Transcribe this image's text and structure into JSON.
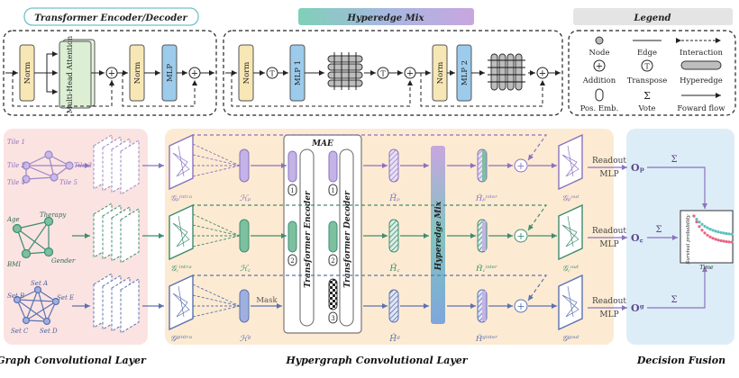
{
  "top": {
    "ted_title": "Transformer Encoder/Decoder",
    "hmix_title": "Hyperedge Mix",
    "legend_title": "Legend",
    "norm": "Norm",
    "mha": "Multi-Head Attention",
    "mlp": "MLP",
    "mlp1": "MLP 1",
    "mlp2": "MLP 2",
    "plus": "+",
    "t": "T",
    "legend": {
      "node": "Node",
      "edge": "Edge",
      "interaction": "Interaction",
      "addition": "Addition",
      "transpose": "Transpose",
      "hyperedge": "Hyperedge",
      "pos_emb": "Pos. Emb.",
      "vote": "Vote",
      "vote_sym": "Σ",
      "forward": "Foward flow"
    }
  },
  "gcl": {
    "tiles": [
      "Tile 1",
      "Tile 2",
      "Tile 3",
      "Tile 4",
      "Tile 5"
    ],
    "clinical": [
      "Age",
      "Therapy",
      "BMI",
      "Gender"
    ],
    "genes": [
      "Set A",
      "Set B",
      "Set E",
      "Set C",
      "Set D"
    ]
  },
  "rows": {
    "p": {
      "g_intra": "𝒢ₚⁱⁿᵗʳᵃ",
      "h": "ℋₚ",
      "h_tilde": "H̃ₚ",
      "h_inter": "H̃ₚⁱⁿᵗᵉʳ",
      "g_out": "𝒢ₚᵒᵘᵗ",
      "o": "Oₚ"
    },
    "c": {
      "g_intra": "𝒢꜀ⁱⁿᵗʳᵃ",
      "h": "ℋ꜀",
      "h_tilde": "H̃꜀",
      "h_inter": "H̃꜀ⁱⁿᵗᵉʳ",
      "g_out": "𝒢꜀ᵒᵘᵗ",
      "o": "O꜀"
    },
    "g": {
      "g_intra": "𝒢ᵍⁱⁿᵗʳᵃ",
      "h": "ℋᵍ",
      "h_tilde": "H̃ᵍ",
      "h_inter": "H̃ᵍⁱⁿᵗᵉʳ",
      "g_out": "𝒢ᵍᵒᵘᵗ",
      "o": "Oᵍ"
    }
  },
  "mae": {
    "title": "MAE",
    "encoder": "Transformer Encoder",
    "decoder": "Transformer Decoder",
    "mask": "Mask",
    "pos": [
      "1",
      "2",
      "3"
    ]
  },
  "hyperedge_mix_bar": "Hyperedge Mix",
  "readout": {
    "readout": "Readout",
    "mlp": "MLP",
    "sigma": "Σ"
  },
  "decision": {
    "ylabel": "Survival probability",
    "xlabel": "Time"
  },
  "bottom": {
    "gcl": "Graph Convolutional Layer",
    "hcl": "Hypergraph Convolutional Layer",
    "df": "Decision Fusion"
  },
  "colors": {
    "purple": "#9a86c8",
    "green": "#3e8c72",
    "blue": "#5c72b0",
    "norm": "#f6e7b5",
    "mlp": "#9ccbec",
    "gcl_bg": "#fbe3e1",
    "hcl_bg": "#fcebd2",
    "df_bg": "#ddedf7",
    "teal_curve": "#5cc2bf",
    "pink_curve": "#e86683"
  }
}
